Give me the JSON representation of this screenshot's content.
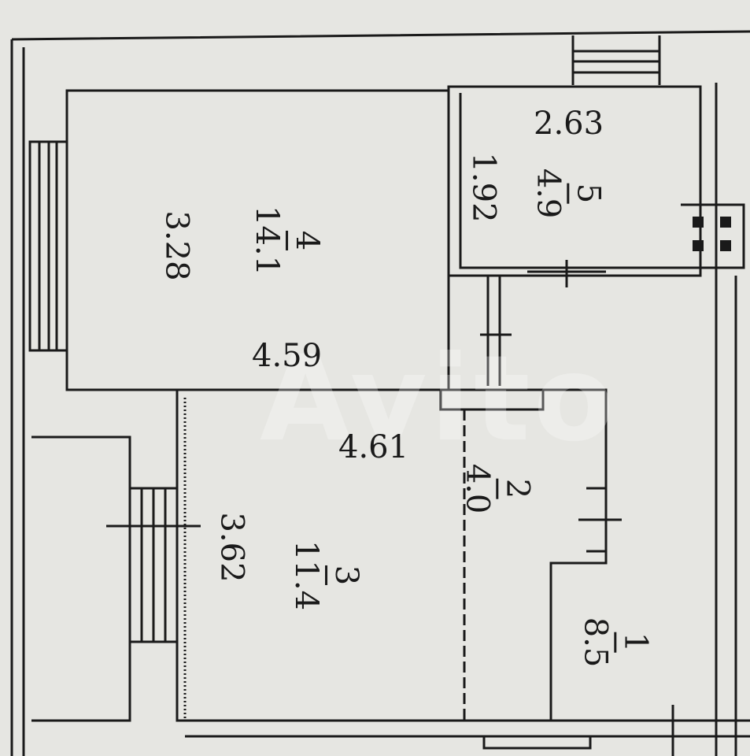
{
  "watermark": "Avito",
  "rooms": [
    {
      "number": "1",
      "area": "8.5"
    },
    {
      "number": "2",
      "area": "4.0"
    },
    {
      "number": "3",
      "area": "11.4"
    },
    {
      "number": "4",
      "area": "14.1"
    },
    {
      "number": "5",
      "area": "4.9"
    }
  ],
  "dimensions": {
    "room5_width": "2.63",
    "room5_depth": "1.92",
    "room4_depth": "3.28",
    "room4_width": "4.59",
    "room3_width": "4.61",
    "room3_depth": "3.62"
  },
  "colors": {
    "background": "#e6e6e2",
    "wall": "#1a1a1a"
  }
}
